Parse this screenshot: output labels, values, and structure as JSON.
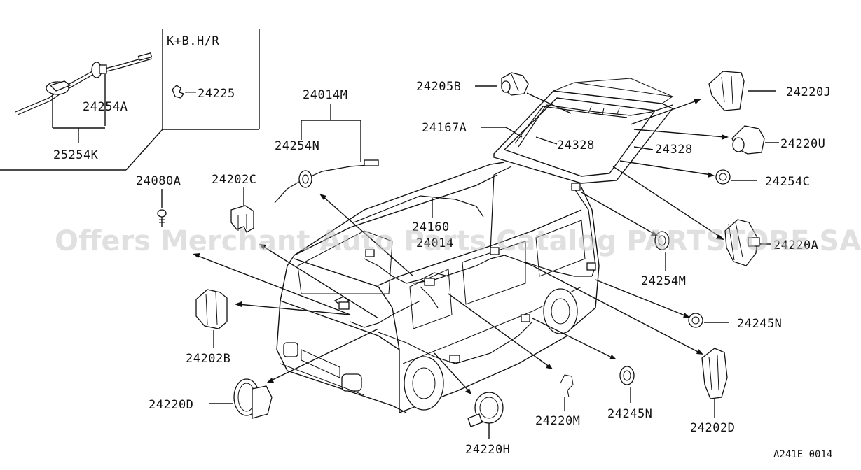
{
  "inset": {
    "title": "K+B.H/R",
    "parts": [
      "24225"
    ]
  },
  "top_left_group": {
    "parts": [
      "24254A",
      "25254K"
    ]
  },
  "labels": {
    "p24014M": "24014M",
    "p24254N": "24254N",
    "p24080A": "24080A",
    "p24202C": "24202C",
    "p24205B": "24205B",
    "p24167A": "24167A",
    "p24328a": "24328",
    "p24328b": "24328",
    "p24220J": "24220J",
    "p24220U": "24220U",
    "p24254C": "24254C",
    "p24160": "24160",
    "p24014": "24014",
    "p24220A": "24220A",
    "p24254M": "24254M",
    "p24245N_a": "24245N",
    "p24202B": "24202B",
    "p24220D": "24220D",
    "p24220H": "24220H",
    "p24220M": "24220M",
    "p24245N_b": "24245N",
    "p24202D": "24202D"
  },
  "watermark": "Offers Merchant Auto Parts Catalog PARTSTORE SA",
  "diagram_code": "A241E 0014"
}
